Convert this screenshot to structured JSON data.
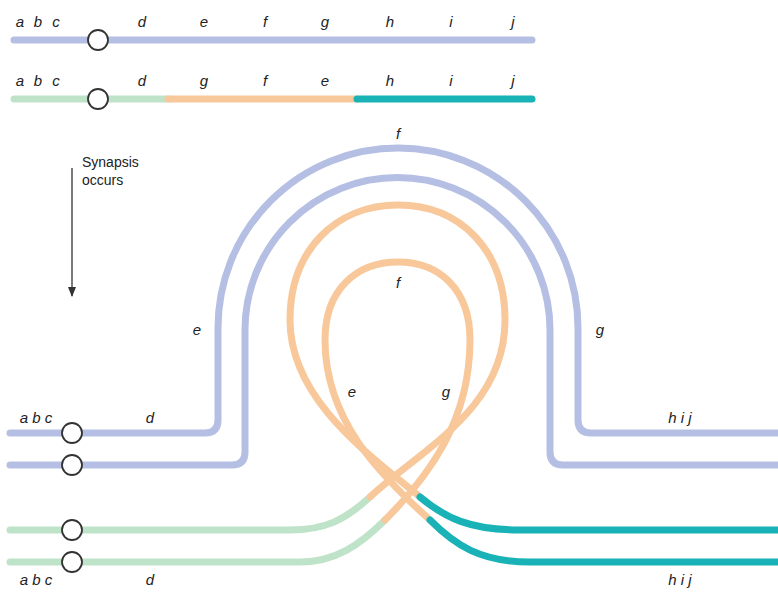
{
  "diagram": {
    "labels": [
      "a",
      "b",
      "c",
      "d",
      "e",
      "f",
      "g",
      "h",
      "i",
      "j",
      "a",
      "b",
      "c",
      "d",
      "g",
      "f",
      "e",
      "h",
      "i",
      "j",
      "Synapsis occurs",
      "f",
      "e",
      "g",
      "f",
      "e",
      "g",
      "a b c",
      "d",
      "h i j",
      "a b c",
      "d",
      "h i j"
    ]
  }
}
